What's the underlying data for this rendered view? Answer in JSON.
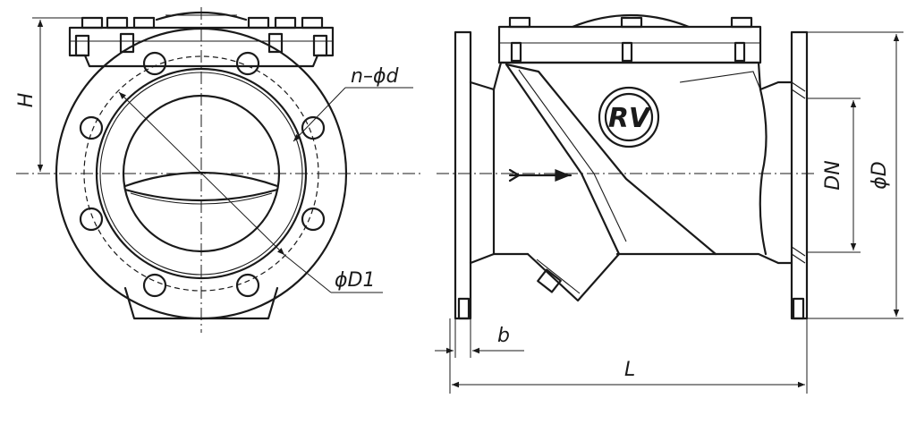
{
  "labels": {
    "H": "H",
    "n_phi_d": "n–ϕd",
    "phi_D1": "ϕD1",
    "DN": "DN",
    "phi_D": "ϕD",
    "b": "b",
    "L": "L"
  },
  "logo_text": "RV",
  "colors": {
    "line": "#1a1a1a",
    "background": "#ffffff"
  }
}
